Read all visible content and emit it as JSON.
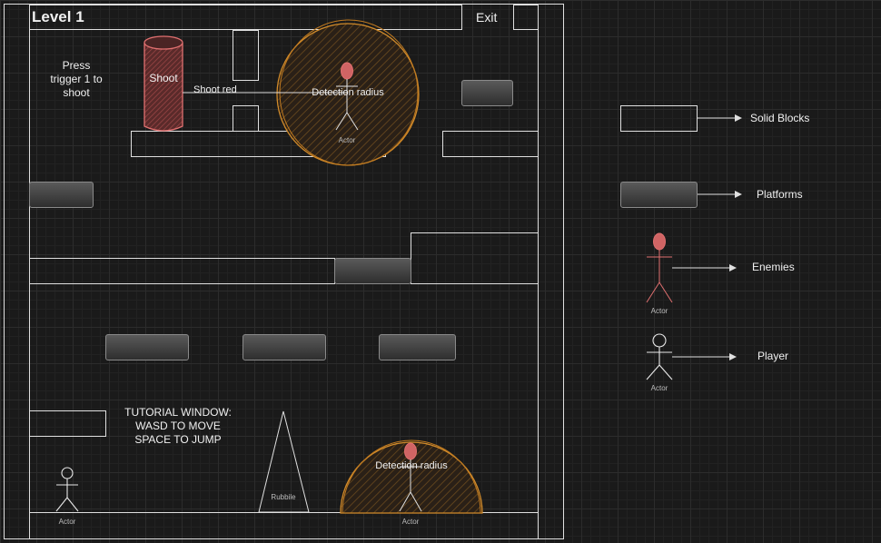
{
  "level": {
    "title": "Level 1",
    "exit_label": "Exit",
    "shoot_hint": "Press trigger 1 to shoot",
    "shoot_label": "Shoot",
    "shoot_red_label": "Shoot red",
    "detection_label_top": "Detection radius",
    "detection_label_bottom": "Detection radius",
    "actor_label": "Actor",
    "tutorial_line1": "TUTORIAL WINDOW:",
    "tutorial_line2": "WASD TO MOVE",
    "tutorial_line3": "SPACE TO JUMP",
    "rubble_label": "Rubbile"
  },
  "legend": {
    "solid_blocks": "Solid Blocks",
    "platforms": "Platforms",
    "enemies": "Enemies",
    "player": "Player",
    "actor_label": "Actor"
  },
  "colors": {
    "background": "#1a1a1a",
    "outline": "#e0e0e0",
    "enemy_red": "#e07070",
    "detection_orange": "#d08a2a"
  }
}
